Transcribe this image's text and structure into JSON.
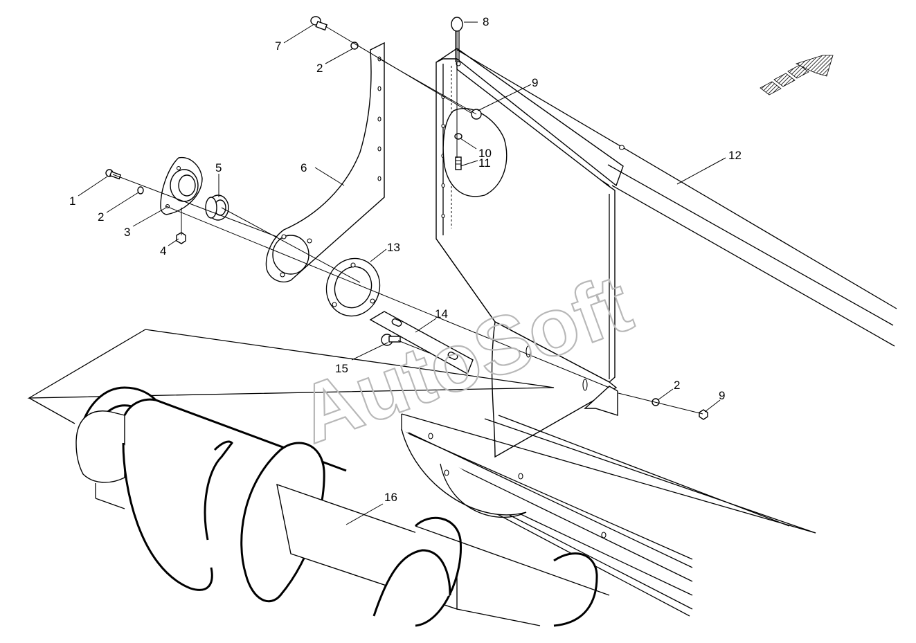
{
  "watermark": "AutoSoft",
  "callouts": [
    "1",
    "2",
    "3",
    "4",
    "5",
    "6",
    "7",
    "2",
    "8",
    "9",
    "10",
    "11",
    "12",
    "13",
    "14",
    "15",
    "16",
    "2",
    "9"
  ],
  "icons": {
    "direction_arrow": "hatched-direction-arrow-icon"
  },
  "colors": {
    "line": "#000000",
    "background": "#ffffff",
    "watermark": "#b8b8b8"
  }
}
